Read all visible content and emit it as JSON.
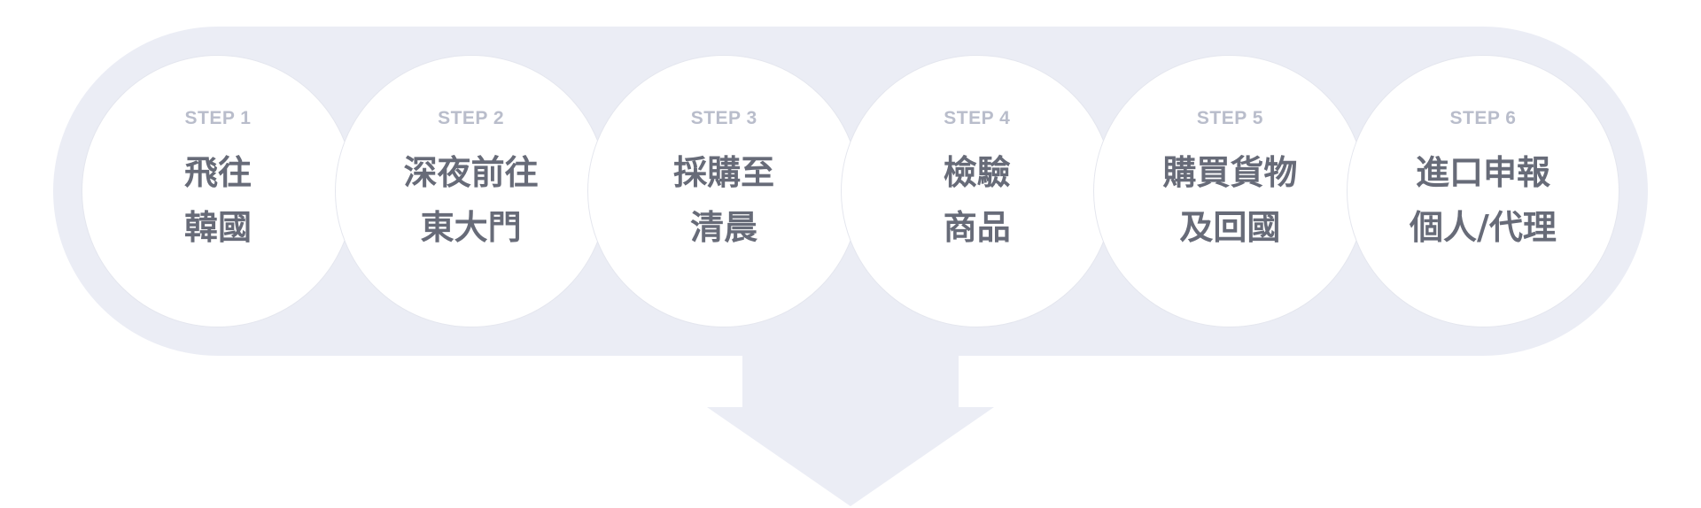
{
  "diagram": {
    "steps": [
      {
        "label": "STEP 1",
        "lines": [
          "飛往",
          "韓國"
        ]
      },
      {
        "label": "STEP 2",
        "lines": [
          "深夜前往",
          "東大門"
        ]
      },
      {
        "label": "STEP 3",
        "lines": [
          "採購至",
          "清晨"
        ]
      },
      {
        "label": "STEP 4",
        "lines": [
          "檢驗",
          "商品"
        ]
      },
      {
        "label": "STEP 5",
        "lines": [
          "購買貨物",
          "及回國"
        ]
      },
      {
        "label": "STEP 6",
        "lines": [
          "進口申報",
          "個人/代理"
        ]
      }
    ],
    "colors": {
      "capsule": "#ebedf5",
      "arrow": "#ebedf5",
      "circle": "#ffffff",
      "step_label": "#b9bdcb",
      "step_title": "#676b78"
    }
  }
}
